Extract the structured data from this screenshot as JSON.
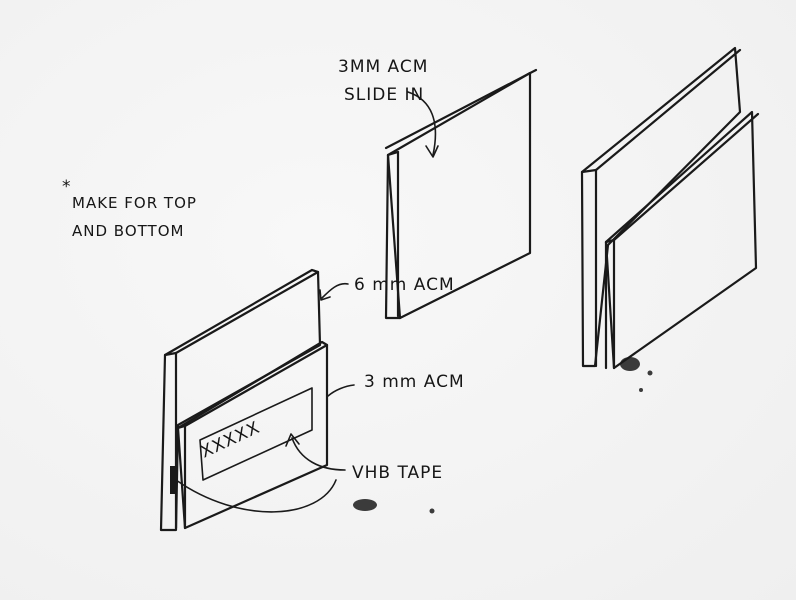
{
  "annotations": {
    "slide_in_line1": "3MM ACM",
    "slide_in_line2": "SLIDE IN",
    "star_mark": "*",
    "note_line1": "MAKE FOR TOP",
    "note_line2": "AND BOTTOM",
    "outer_panel": "6 mm ACM",
    "inner_panel": "3 mm ACM",
    "tape": "VHB TAPE",
    "tape_marks": "XXXXX"
  },
  "colors": {
    "ink": "#1a1a1a",
    "paper": "#f4f4f4"
  }
}
